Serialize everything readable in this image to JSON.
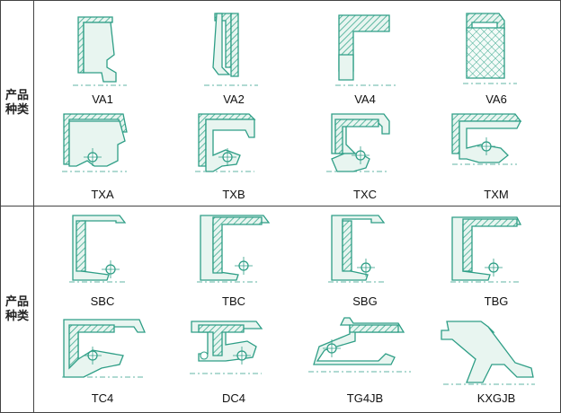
{
  "rows": [
    {
      "header": "产品种类",
      "items": [
        {
          "label": "VA1",
          "icon": "va1-seal-icon"
        },
        {
          "label": "VA2",
          "icon": "va2-seal-icon"
        },
        {
          "label": "VA4",
          "icon": "va4-seal-icon"
        },
        {
          "label": "VA6",
          "icon": "va6-seal-icon"
        },
        {
          "label": "TXA",
          "icon": "txa-seal-icon"
        },
        {
          "label": "TXB",
          "icon": "txb-seal-icon"
        },
        {
          "label": "TXC",
          "icon": "txc-seal-icon"
        },
        {
          "label": "TXM",
          "icon": "txm-seal-icon"
        }
      ]
    },
    {
      "header": "产品种类",
      "items": [
        {
          "label": "SBC",
          "icon": "sbc-seal-icon"
        },
        {
          "label": "TBC",
          "icon": "tbc-seal-icon"
        },
        {
          "label": "SBG",
          "icon": "sbg-seal-icon"
        },
        {
          "label": "TBG",
          "icon": "tbg-seal-icon"
        },
        {
          "label": "TC4",
          "icon": "tc4-seal-icon"
        },
        {
          "label": "DC4",
          "icon": "dc4-seal-icon"
        },
        {
          "label": "TG4JB",
          "icon": "tg4jb-seal-icon"
        },
        {
          "label": "KXGJB",
          "icon": "kxgjb-seal-icon"
        }
      ]
    }
  ],
  "colors": {
    "seal_stroke": "#2e9e86",
    "hatch": "#3aa88e",
    "fill": "#e8f5f0",
    "border": "#444444"
  }
}
